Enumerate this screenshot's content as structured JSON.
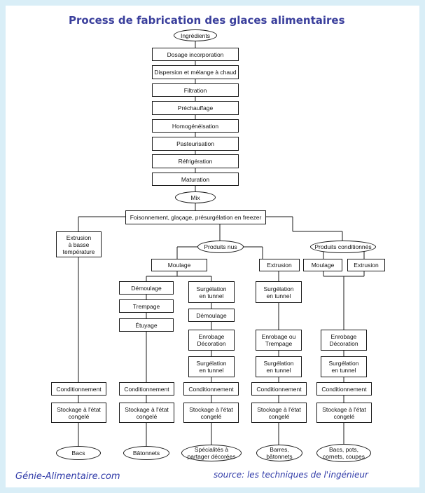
{
  "title": "Process de fabrication des glaces alimentaires",
  "footer": {
    "site": "Génie-Alimentaire.com",
    "source": "source: les techniques de l'ingénieur"
  },
  "nodes": {
    "ingredients": "Ingrédients",
    "dosage": "Dosage incorporation",
    "dispersion": "Dispersion et mélange à chaud",
    "filtration": "Filtration",
    "prechauffage": "Préchauffage",
    "homogeneisation": "Homogénéisation",
    "pasteurisation": "Pasteurisation",
    "refrigeration": "Réfrigération",
    "maturation": "Maturation",
    "mix": "Mix",
    "foisonnement": "Foisonnement, glaçage, présurgélation en freezer",
    "extrusion_basse": "Extrusion\nà basse\ntempérature",
    "produits_nus": "Produits nus",
    "produits_conditionnes": "Produits conditionnés",
    "moulage_nus": "Moulage",
    "extrusion_nus": "Extrusion",
    "moulage_cond": "Moulage",
    "extrusion_cond": "Extrusion",
    "demoulage_1": "Démoulage",
    "trempage": "Trempage",
    "etuyage": "Étuyage",
    "surgelation_tunnel_a": "Surgélation\nen tunnel",
    "demoulage_2": "Démoulage",
    "enrobage_decoration_a": "Enrobage\nDécoration",
    "surgelation_tunnel_b": "Surgélation\nen tunnel",
    "surgelation_tunnel_c": "Surgélation\nen tunnel",
    "enrobage_trempage": "Enrobage ou\nTrempage",
    "surgelation_tunnel_d": "Surgélation\nen tunnel",
    "enrobage_decoration_b": "Enrobage\nDécoration",
    "surgelation_tunnel_e": "Surgélation\nen tunnel",
    "conditionnement": "Conditionnement",
    "stockage": "Stockage à l'état\ncongelé",
    "bacs": "Bacs",
    "batonnets": "Bâtonnets",
    "specialites": "Spécialités à\npartager décorées",
    "barres": "Barres,\nbâtonnets",
    "bacs_pots": "Bacs, pots,\ncornets, coupes"
  }
}
